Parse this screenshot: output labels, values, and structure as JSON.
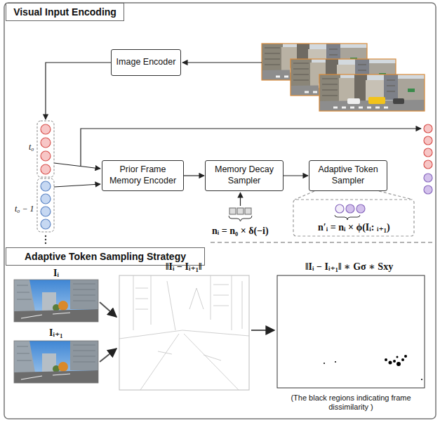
{
  "diagram": {
    "nodes": [
      {
        "text": [
          "Visual Input Encoding"
        ]
      },
      {
        "text": [
          "Image Encoder"
        ]
      },
      {
        "text": [
          "Prior Frame Memory Encoder"
        ]
      },
      {
        "text": [
          "Memory Decay Sampler"
        ]
      },
      {
        "text": [
          "Adaptive Token Sampler"
        ]
      },
      {
        "text": [
          "Adaptive Token Sampling Strategy"
        ]
      }
    ],
    "edges": [
      {
        "from": 2,
        "to": 3,
        "arrow": "to"
      },
      {
        "from": 3,
        "to": 4,
        "arrow": "to"
      }
    ],
    "labels": [
      "t₀",
      "t₀ − 1",
      "nᵢ = n₀ × δ(−i)",
      "n′ᵢ = nᵢ × ϕ(Iᵢ: ᵢ₊₁)",
      "Iᵢ",
      "Iᵢ₊₁",
      "‖Iᵢ − Iᵢ₊₁‖",
      "‖Iᵢ − Iᵢ₊₁‖ ∗ Gσ ∗ Sxy",
      "(The black regions indicating frame dissimilarity )"
    ]
  }
}
